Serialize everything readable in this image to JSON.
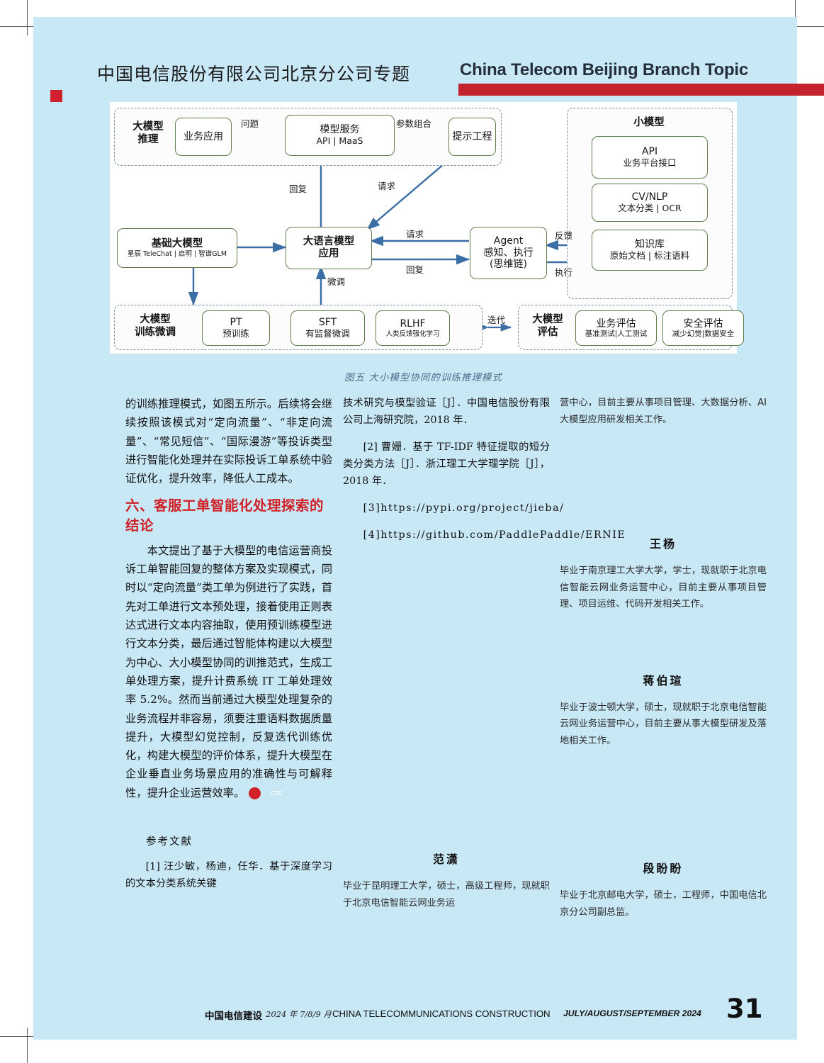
{
  "header": {
    "title_cn": "中国电信股份有限公司北京分公司专题",
    "title_en": "China Telecom Beijing Branch Topic",
    "accent_color": "#c4222c"
  },
  "figure": {
    "caption": "图五 大小模型协同的训练推理模式",
    "sections": {
      "inference": "大模型\n推理",
      "small_model": "小模型",
      "training": "大模型\n训练微调",
      "evaluation": "大模型\n评估"
    },
    "section_inference_line1": "大模型",
    "section_inference_line2": "推理",
    "section_small_model": "小模型",
    "section_training_line1": "大模型",
    "section_training_line2": "训练微调",
    "section_eval_line1": "大模型",
    "section_eval_line2": "评估",
    "boxes": {
      "business_app": "业务应用",
      "model_service_l1": "模型服务",
      "model_service_l2": "API | MaaS",
      "prompt_eng": "提示工程",
      "base_model_l1": "基础大模型",
      "base_model_l2": "星辰 TeleChat | 启明 | 智谱GLM",
      "llm_app_l1": "大语言模型",
      "llm_app_l2": "应用",
      "agent_l1": "Agent",
      "agent_l2": "感知、执行",
      "agent_l3": "(思维链)",
      "api_l1": "API",
      "api_l2": "业务平台接口",
      "cvnlp_l1": "CV/NLP",
      "cvnlp_l2": "文本分类 | OCR",
      "kb_l1": "知识库",
      "kb_l2": "原始文档 | 标注语料",
      "pt_l1": "PT",
      "pt_l2": "预训练",
      "sft_l1": "SFT",
      "sft_l2": "有监督微调",
      "rlhf_l1": "RLHF",
      "rlhf_l2": "人类反馈强化学习",
      "biz_eval_l1": "业务评估",
      "biz_eval_l2": "基准测试|人工测试",
      "sec_eval_l1": "安全评估",
      "sec_eval_l2": "减少幻觉|数据安全"
    },
    "edges": {
      "question": "问题",
      "param_combo": "参数组合",
      "reply1": "回复",
      "request1": "请求",
      "request2": "请求",
      "reply2": "回复",
      "feedback": "反馈",
      "execute": "执行",
      "finetune": "微调",
      "iterate": "迭代"
    }
  },
  "column1": {
    "para_continue": "的训练推理模式，如图五所示。后续将会继续按照该模式对“定向流量”、“非定向流量”、“常见短信”、“国际漫游”等投诉类型进行智能化处理并在实际投诉工单系统中验证优化，提升效率，降低人工成本。",
    "section_heading": "六、客服工单智能化处理探索的结论",
    "conclusion": "本文提出了基于大模型的电信运营商投诉工单智能回复的整体方案及实现模式，同时以“定向流量”类工单为例进行了实践，首先对工单进行文本预处理，接着使用正则表达式进行文本内容抽取，使用预训练模型进行文本分类，最后通过智能体构建以大模型为中心、大小模型协同的训推范式，生成工单处理方案，提升计费系统 IT 工单处理效率 5.2%。然而当前通过大模型处理复杂的业务流程并非容易，须要注重语料数据质量提升，大模型幻觉控制，反复迭代训练优化，构建大模型的评价体系，提升大模型在企业垂直业务场景应用的准确性与可解释性，提升企业运营效率。",
    "ctc_logo": "CTC",
    "references_heading": "参考文献",
    "ref1": "[1] 汪少敏，杨迪，任华．基于深度学习的文本分类系统关键"
  },
  "column2": {
    "ref1_cont": "技术研究与模型验证［J］．中国电信股份有限公司上海研究院，2018 年．",
    "ref2": "[2] 曹姗．基于 TF-IDF 特征提取的短分类分类方法［J］．浙江理工大学理学院［J］，2018 年．",
    "ref3": "[3]https://pypi.org/project/jieba/",
    "ref4": "[4]https://github.com/PaddlePaddle/ERNIE",
    "author": {
      "name": "范潇",
      "bio": "毕业于昆明理工大学，硕士，高级工程师，现就职于北京电信智能云网业务运"
    }
  },
  "column3": {
    "bio_continue": "营中心，目前主要从事项目管理、大数据分析、AI 大模型应用研发相关工作。",
    "author_wang": {
      "name": "王杨",
      "bio": "毕业于南京理工大学大学，学士，现就职于北京电信智能云网业务运营中心，目前主要从事项目管理、项目运维、代码开发相关工作。"
    },
    "author_jiang": {
      "name": "蒋伯瑄",
      "bio": "毕业于波士顿大学，硕士，现就职于北京电信智能云网业务运营中心，目前主要从事大模型研发及落地相关工作。"
    },
    "author_duan": {
      "name": "段盼盼",
      "bio": "毕业于北京邮电大学，硕士，工程师，中国电信北京分公司副总监。"
    }
  },
  "footer": {
    "journal_cn": "中国电信建设",
    "date_cn": "2024 年 7/8/9 月",
    "journal_en": "CHINA TELECOMMUNICATIONS CONSTRUCTION",
    "date_en": "JULY/AUGUST/SEPTEMBER 2024",
    "page_number": "31"
  }
}
